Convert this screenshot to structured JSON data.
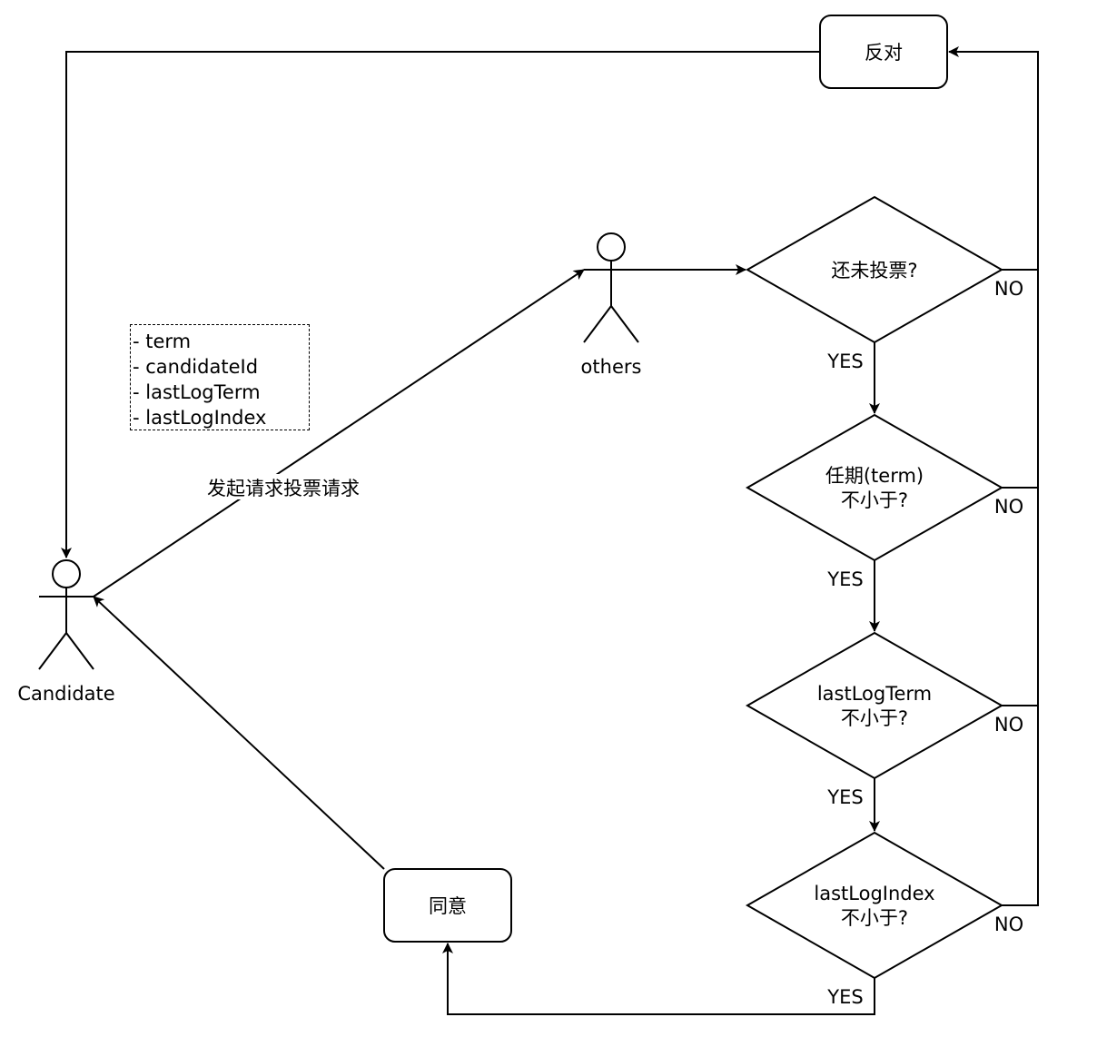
{
  "actors": {
    "candidate": "Candidate",
    "others": "others"
  },
  "params": {
    "items": [
      "- term",
      "- candidateId",
      "- lastLogTerm",
      "- lastLogIndex"
    ]
  },
  "edge_label_request": "发起请求投票请求",
  "boxes": {
    "reject": "反对",
    "agree": "同意"
  },
  "decisions": {
    "not_voted": [
      "还未投票?"
    ],
    "term": [
      "任期(term)",
      "不小于?"
    ],
    "last_log_term": [
      "lastLogTerm",
      "不小于?"
    ],
    "last_log_index": [
      "lastLogIndex",
      "不小于?"
    ]
  },
  "branch_labels": {
    "yes": "YES",
    "no": "NO"
  }
}
